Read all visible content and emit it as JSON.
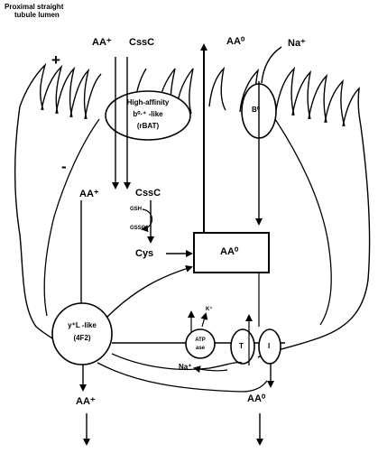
{
  "header": {
    "line1": "Proximal straight",
    "line2": "tubule lumen"
  },
  "membrane": {
    "plus_sign": "+",
    "minus_sign": "-"
  },
  "apical": {
    "aa_plus": "AA⁺",
    "cssc": "CssC",
    "aa_zero": "AA⁰",
    "na_plus": "Na⁺"
  },
  "rbat": {
    "line1": "High-affinity",
    "line2": "b⁰·⁺ -like",
    "line3": "(rBAT)"
  },
  "b0": {
    "label": "B⁰"
  },
  "cell": {
    "aa_plus": "AA⁺",
    "cssc": "CssC",
    "gsh": "GSH",
    "gssg": "GSSG",
    "cys": "Cys",
    "aa_zero_box": "AA⁰",
    "k_plus": "K⁺",
    "na_plus": "Na⁺"
  },
  "yl": {
    "line1": "y⁺L -like",
    "line2": "(4F2)"
  },
  "atpase": {
    "line1": "ATP",
    "line2": "ase"
  },
  "transporters": {
    "t": "T",
    "i": "I"
  },
  "basolateral": {
    "aa_plus": "AA⁺",
    "aa_zero": "AA⁰"
  }
}
